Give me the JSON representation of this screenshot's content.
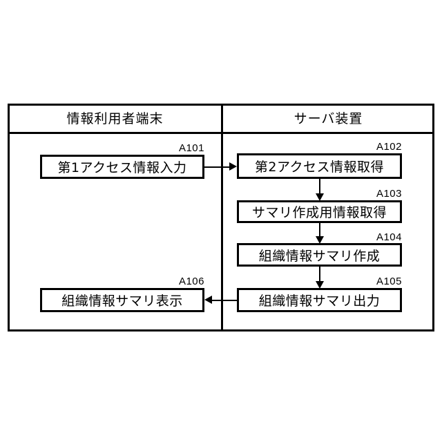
{
  "figure": {
    "type": "swimlane-flowchart",
    "lanes": [
      {
        "id": "client",
        "title": "情報利用者端末"
      },
      {
        "id": "server",
        "title": "サーバ装置"
      }
    ],
    "steps": [
      {
        "id": "A101",
        "lane": "client",
        "label": "第1アクセス情報入力",
        "ref": "A101"
      },
      {
        "id": "A102",
        "lane": "server",
        "label": "第2アクセス情報取得",
        "ref": "A102"
      },
      {
        "id": "A103",
        "lane": "server",
        "label": "サマリ作成用情報取得",
        "ref": "A103"
      },
      {
        "id": "A104",
        "lane": "server",
        "label": "組織情報サマリ作成",
        "ref": "A104"
      },
      {
        "id": "A105",
        "lane": "server",
        "label": "組織情報サマリ出力",
        "ref": "A105"
      },
      {
        "id": "A106",
        "lane": "client",
        "label": "組織情報サマリ表示",
        "ref": "A106"
      }
    ],
    "connections": [
      {
        "from": "A101",
        "to": "A102",
        "direction": "right"
      },
      {
        "from": "A102",
        "to": "A103",
        "direction": "down"
      },
      {
        "from": "A103",
        "to": "A104",
        "direction": "down"
      },
      {
        "from": "A104",
        "to": "A105",
        "direction": "down"
      },
      {
        "from": "A105",
        "to": "A106",
        "direction": "left"
      }
    ],
    "colors": {
      "stroke": "#000000",
      "background": "#ffffff",
      "text": "#000000"
    }
  }
}
